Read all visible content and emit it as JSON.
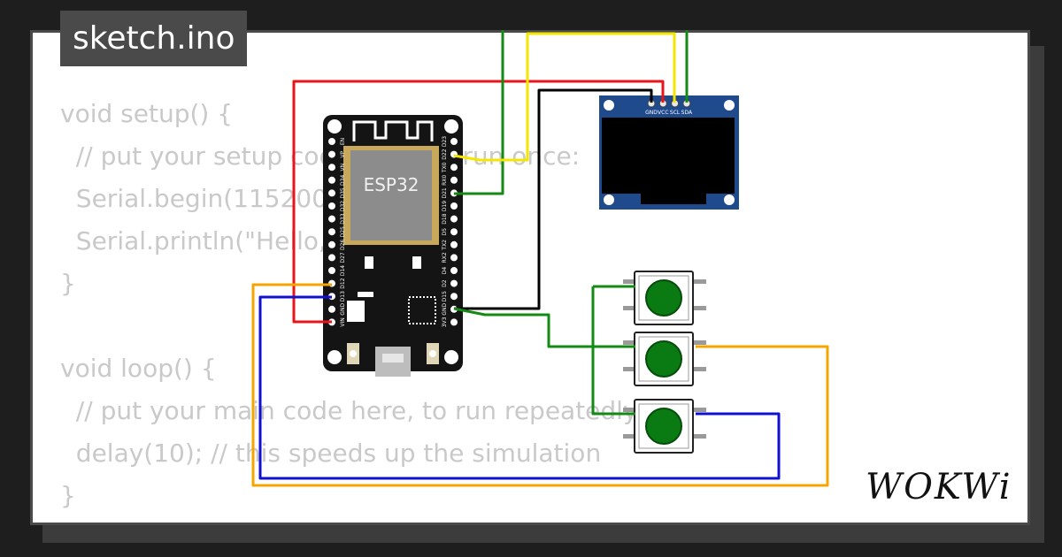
{
  "sketch": {
    "filename": "sketch.ino"
  },
  "code": {
    "lines": [
      "void setup() {",
      "  // put your setup code here, to run once:",
      "  Serial.begin(115200);",
      "  Serial.println(\"Hello, ESP32!\");",
      "}",
      "",
      "void loop() {",
      "  // put your main code here, to run repeatedly:",
      "  delay(10); // this speeds up the simulation",
      "}"
    ]
  },
  "board": {
    "label": "ESP32",
    "left_pins": [
      "EN",
      "VP",
      "VN",
      "D34",
      "D35",
      "D32",
      "D33",
      "D25",
      "D26",
      "D27",
      "D14",
      "D12",
      "D13",
      "GND",
      "VIN"
    ],
    "right_pins": [
      "D23",
      "D22",
      "TX0",
      "RX0",
      "D21",
      "D19",
      "D18",
      "D5",
      "TX2",
      "RX2",
      "D4",
      "D2",
      "D15",
      "GND",
      "3V3"
    ]
  },
  "oled": {
    "pins": [
      "GND",
      "VCC",
      "SCL",
      "SDA"
    ]
  },
  "buttons": {
    "count": 3,
    "cap_color": "#0a7a12"
  },
  "wires": {
    "red": "#e8141a",
    "green": "#138a13",
    "yellow": "#f5e600",
    "black": "#000000",
    "orange": "#f5a400",
    "blue": "#1010d0"
  },
  "brand": {
    "logo": "WOKWi"
  }
}
